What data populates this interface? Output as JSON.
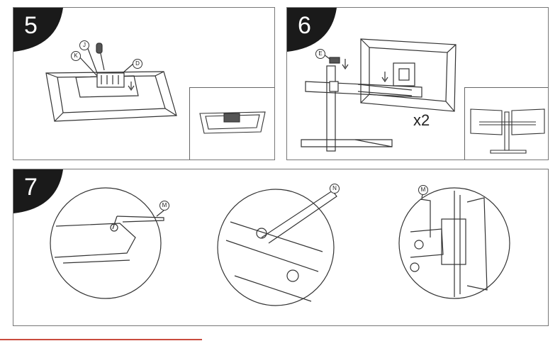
{
  "steps": [
    {
      "number": "5",
      "callouts": [
        "J",
        "K",
        "D"
      ]
    },
    {
      "number": "6",
      "callouts": [
        "E"
      ],
      "multiplier": "x2"
    },
    {
      "number": "7",
      "callouts": [
        "M",
        "N",
        "M"
      ]
    }
  ],
  "colors": {
    "badge": "#1a1a1a",
    "line": "#333333",
    "divider": "#c94b3c"
  }
}
